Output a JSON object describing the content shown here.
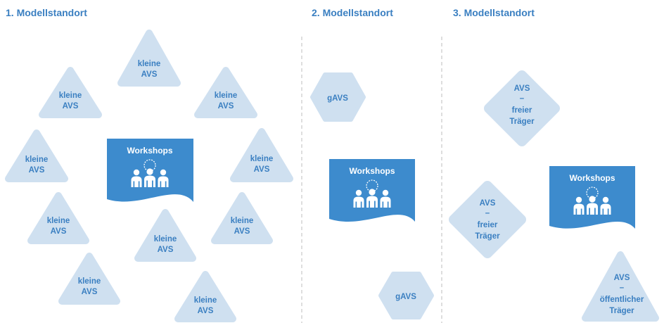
{
  "headings": {
    "site1": "1. Modellstandort",
    "site2": "2. Modellstandort",
    "site3": "3. Modellstandort"
  },
  "workshops": {
    "site1": "Workshops",
    "site2": "Workshops",
    "site3": "Workshops"
  },
  "site1_nodes": [
    [
      "kleine",
      "AVS"
    ],
    [
      "kleine",
      "AVS"
    ],
    [
      "kleine",
      "AVS"
    ],
    [
      "kleine",
      "AVS"
    ],
    [
      "kleine",
      "AVS"
    ],
    [
      "kleine",
      "AVS"
    ],
    [
      "kleine",
      "AVS"
    ],
    [
      "kleine",
      "AVS"
    ],
    [
      "kleine",
      "AVS"
    ],
    [
      "kleine",
      "AVS"
    ]
  ],
  "site2_nodes": [
    "gAVS",
    "gAVS"
  ],
  "site3_nodes": [
    [
      "AVS",
      "–",
      "freier",
      "Träger"
    ],
    [
      "AVS",
      "–",
      "freier",
      "Träger"
    ],
    [
      "AVS",
      "–",
      "öffentlicher",
      "Träger"
    ]
  ],
  "icons": {
    "workshop": "people-with-gear-icon"
  },
  "colors": {
    "heading": "#3a7fc1",
    "node_fill": "#cfe0f0",
    "node_text": "#3a7fc1",
    "workshop_fill": "#3d8bcd",
    "divider": "#c8c8c8"
  }
}
